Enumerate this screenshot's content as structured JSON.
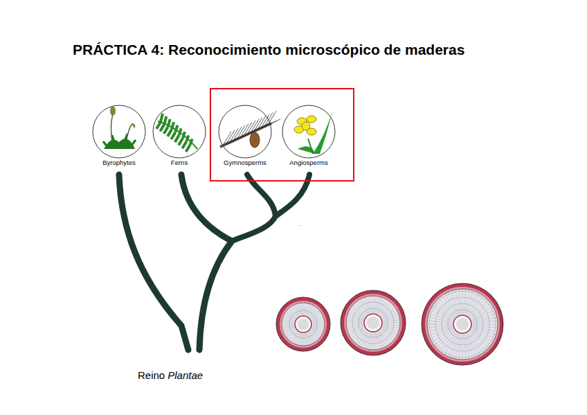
{
  "diagram": {
    "title": "PRÁCTICA 4: Reconocimiento microscópico de maderas",
    "nodes": [
      {
        "text": [
          "Byrophytes"
        ]
      },
      {
        "text": [
          "Ferns"
        ]
      },
      {
        "text": [
          "Gymnosperms"
        ]
      },
      {
        "text": [
          "Angiosperms"
        ]
      }
    ],
    "labels": [
      "Reino",
      "Plantae"
    ]
  }
}
